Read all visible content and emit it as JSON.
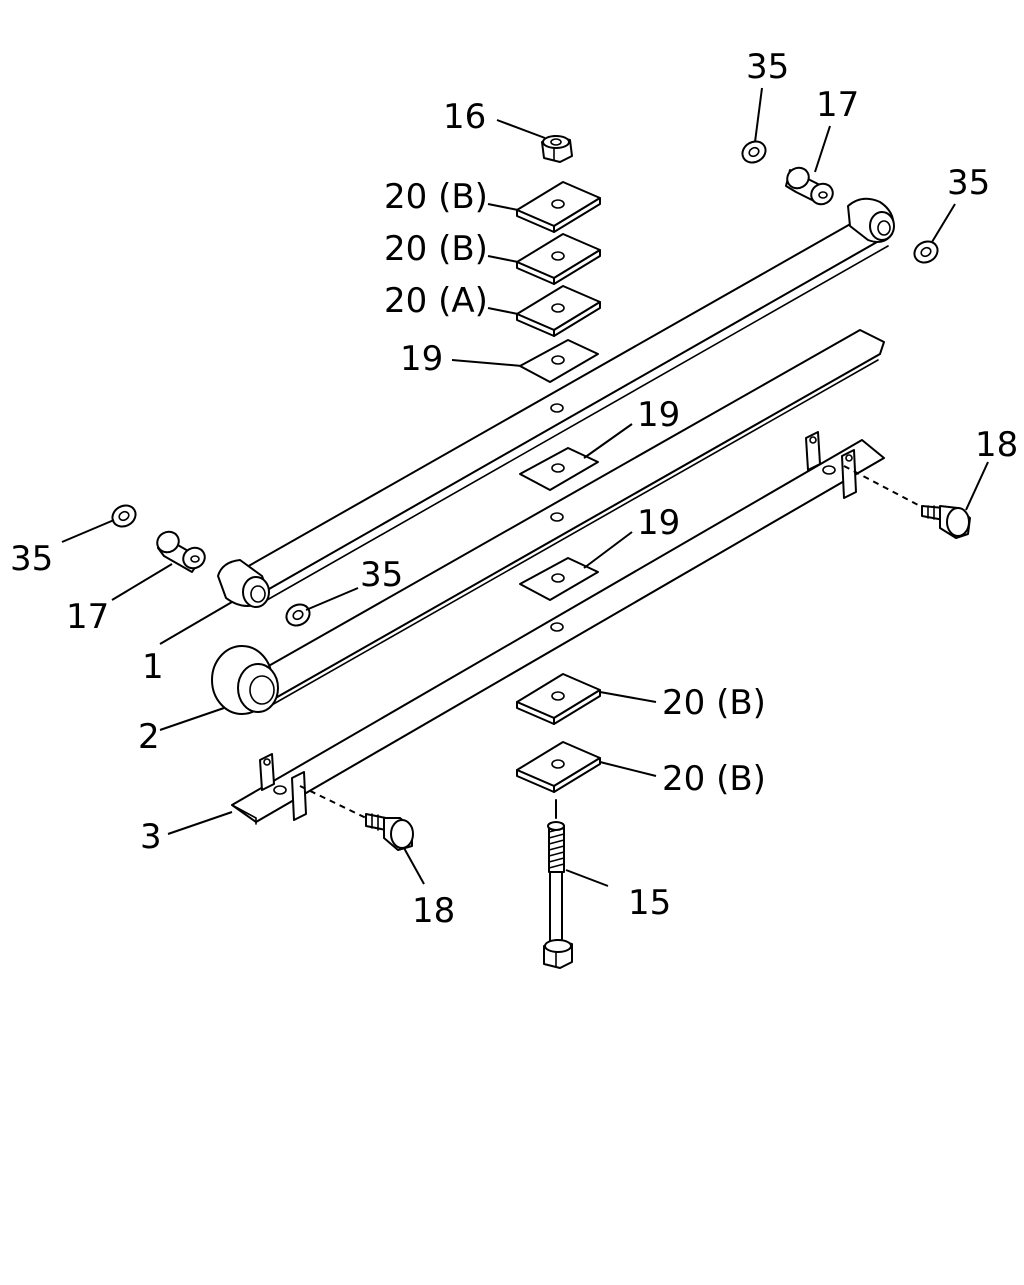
{
  "callouts": {
    "c16": "16",
    "c35_top": "35",
    "c17_top": "17",
    "c35_right": "35",
    "c20b_1": "20 (B)",
    "c20b_2": "20 (B)",
    "c20a": "20 (A)",
    "c19_top": "19",
    "c19_mid": "19",
    "c19_low": "19",
    "c18_right": "18",
    "c35_left": "35",
    "c17_left": "17",
    "c35_center": "35",
    "c1": "1",
    "c2": "2",
    "c3": "3",
    "c20b_3": "20 (B)",
    "c20b_4": "20 (B)",
    "c18_bottom": "18",
    "c15": "15"
  }
}
